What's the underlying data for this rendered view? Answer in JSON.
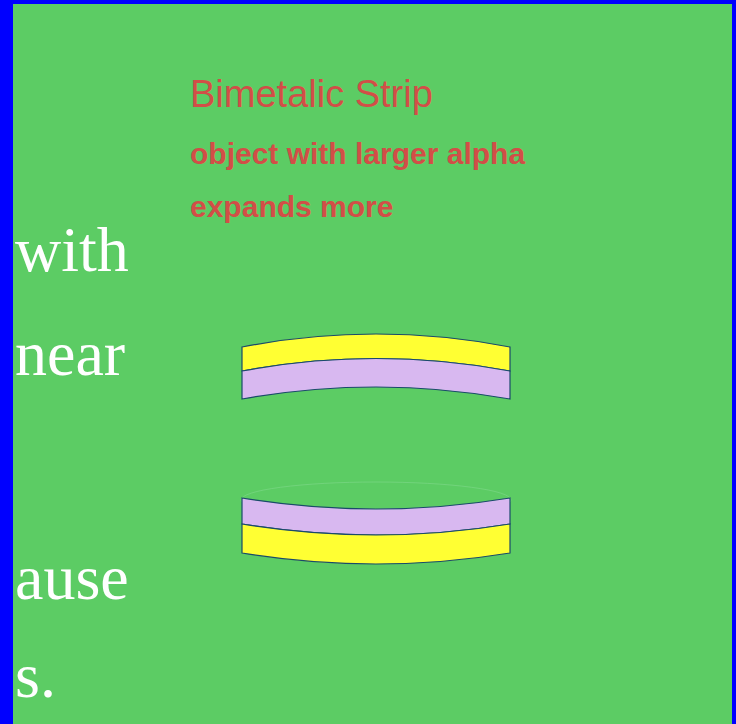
{
  "diagram": {
    "title": "Bimetalic Strip",
    "labels": [
      "object with larger alpha expands more",
      "with",
      "near",
      "ause",
      "s."
    ]
  }
}
